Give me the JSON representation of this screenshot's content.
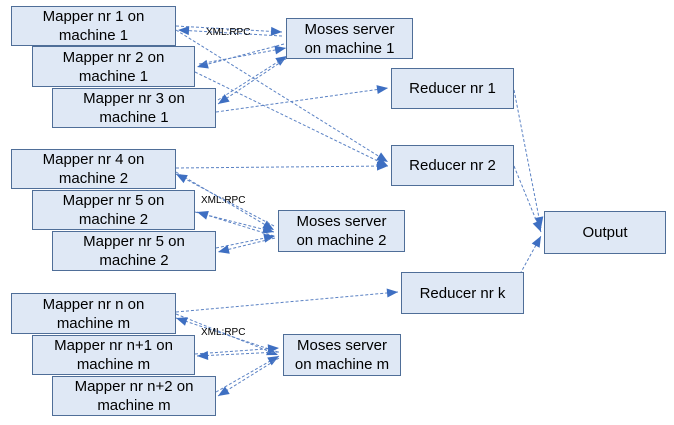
{
  "diagram": {
    "colors": {
      "box_fill": "#dfe8f5",
      "box_border": "#4f6e98",
      "arrow": "#5b82c4"
    },
    "nodes": {
      "m1": "Mapper nr 1 on\nmachine 1",
      "m2": "Mapper nr 2 on\nmachine 1",
      "m3": "Mapper nr 3 on\nmachine 1",
      "s1": "Moses server\non machine 1",
      "r1": "Reducer nr 1",
      "m4": "Mapper nr 4 on\nmachine 2",
      "r2": "Reducer nr 2",
      "m5a": "Mapper nr 5 on\nmachine 2",
      "s2": "Moses server\non machine 2",
      "out": "Output",
      "m5b": "Mapper nr 5 on\nmachine 2",
      "rk": "Reducer nr k",
      "mn": "Mapper nr n on\nmachine m",
      "mn1": "Mapper nr n+1 on\nmachine m",
      "sm": "Moses server\non machine m",
      "mn2": "Mapper nr n+2 on\nmachine m"
    },
    "edge_labels": {
      "rpc1": "XML:RPC",
      "rpc2": "XML:RPC",
      "rpc3": "XML:RPC"
    }
  }
}
